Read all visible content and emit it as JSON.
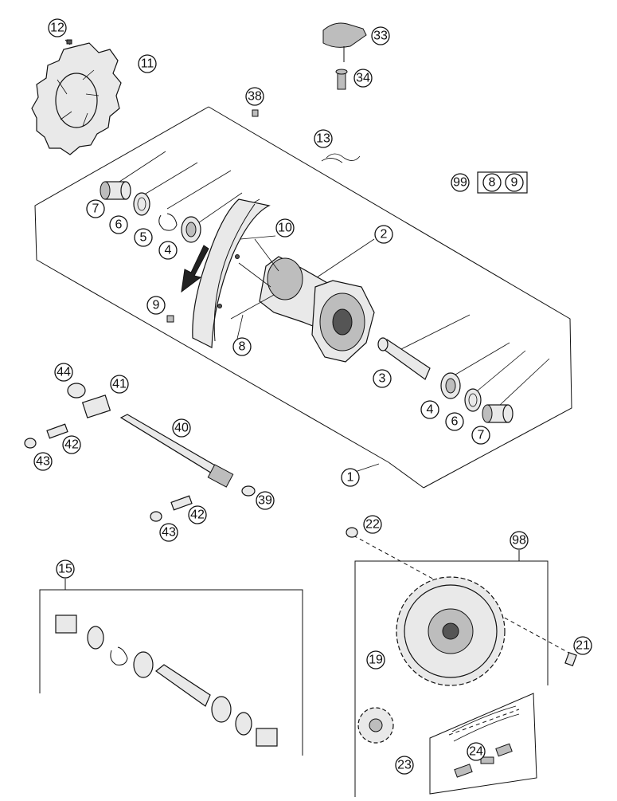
{
  "diagram": {
    "callouts": {
      "c12": "12",
      "c11": "11",
      "c33": "33",
      "c34": "34",
      "c38": "38",
      "c13": "13",
      "c99": "99",
      "c8b": "8",
      "c9b": "9",
      "c7a": "7",
      "c6a": "6",
      "c5": "5",
      "c4a": "4",
      "c10": "10",
      "c2": "2",
      "c9": "9",
      "c8": "8",
      "c3": "3",
      "c4b": "4",
      "c6b": "6",
      "c7b": "7",
      "c1": "1",
      "c44": "44",
      "c41": "41",
      "c40": "40",
      "c42a": "42",
      "c43a": "43",
      "c39": "39",
      "c42b": "42",
      "c43b": "43",
      "c22": "22",
      "c98": "98",
      "c15": "15",
      "c21": "21",
      "c19": "19",
      "c24": "24",
      "c23": "23"
    }
  }
}
